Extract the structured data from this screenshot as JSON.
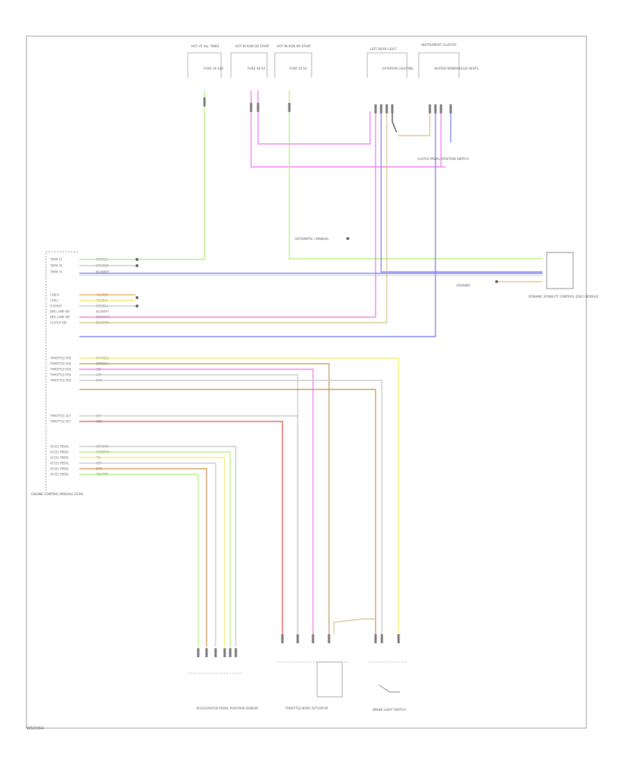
{
  "diagram": {
    "frame_id": "W50064",
    "colors": {
      "green": "#b6ef7a",
      "magenta": "#f07cf0",
      "blue": "#7f7ff2",
      "brown": "#c99a5e",
      "yellow": "#eeee70",
      "red": "#f07878",
      "pink": "#f6a9d6",
      "gray": "#c9c9c9",
      "tan": "#d8c691",
      "black": "#444444",
      "orange": "#f2b15d"
    },
    "top_modules": [
      {
        "name": "HOT AT ALL TIMES",
        "fuse": "FUSE 19 10A"
      },
      {
        "name": "HOT IN RUN OR START",
        "fuse": "FUSE 46 5A"
      },
      {
        "name": "HOT IN RUN OR START",
        "fuse": "FUSE 35 5A"
      },
      {
        "name": "LEFT REAR LIGHT",
        "note": "EXTERIOR LIGHTING"
      },
      {
        "name": "INSTRUMENT CLUSTER",
        "note": "HEATED WINDSHIELD/ SEATS"
      }
    ],
    "main_module": {
      "title": "ENGINE CONTROL MODULE (ECM)",
      "pins": [
        "TERM 15",
        "TERM 30",
        "TERM 31",
        "CAN-H",
        "CAN-L",
        "FLEXRAY",
        "BRK LAMP SW",
        "BRK LAMP SW",
        "CLUTCH SW",
        "THROTTLE POS",
        "THROTTLE POS",
        "THROTTLE POS",
        "THROTTLE POS",
        "THROTTLE POS",
        "THROTTLE ACT",
        "THROTTLE ACT",
        "ACCEL PEDAL",
        "ACCEL PEDAL",
        "ACCEL PEDAL",
        "ACCEL PEDAL",
        "ACCEL PEDAL",
        "ACCEL PEDAL"
      ],
      "wire_labels": [
        "GRN/YEL",
        "GRY/RED",
        "BLU/WHT",
        "YEL/RED",
        "YEL/BLK",
        "GRY/BLU",
        "BLU/WHT",
        "BRN/WHT",
        "BLU/GRN",
        "WHT/BLU",
        "ORN/BLK",
        "VIO",
        "GRY",
        "BRN",
        "GRY",
        "RED",
        "GRY/GRN",
        "GRN/BRN",
        "YEL",
        "GRY",
        "BRN",
        "YEL/GRN"
      ]
    },
    "components": [
      {
        "name": "THROTTLE BODY ACTUATOR"
      },
      {
        "name": "ACCELERATOR PEDAL POSITION SENSOR"
      },
      {
        "name": "BRAKE LIGHT SWITCH"
      },
      {
        "name": "CLUTCH PEDAL POSITION SWITCH"
      },
      {
        "name": "DYNAMIC STABILITY CONTROL (DSC) MODULE"
      }
    ],
    "misc_labels": {
      "automatic": "AUTOMATIC / MANUAL",
      "splice_note": "FLEXRAY",
      "ground": "GROUND"
    }
  }
}
